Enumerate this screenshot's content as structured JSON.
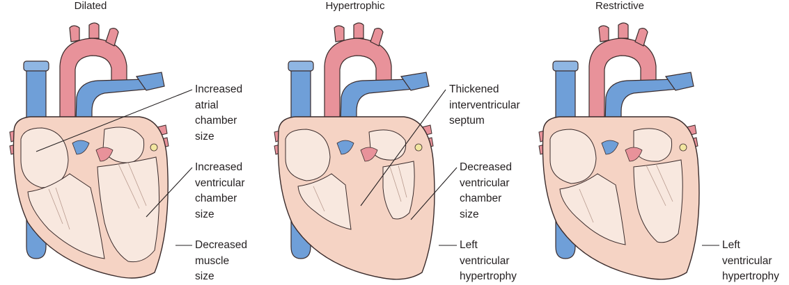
{
  "panels": [
    {
      "title": "Dilated",
      "labels": [
        "Increased\natrial\nchamber\nsize",
        "Increased\nventricular\nchamber\nsize",
        "Decreased\nmuscle\nsize"
      ]
    },
    {
      "title": "Hypertrophic",
      "labels": [
        "Thickened\ninterventricular\nseptum",
        "Decreased\nventricular\nchamber\nsize",
        "Left\nventricular\nhypertrophy"
      ]
    },
    {
      "title": "Restrictive",
      "labels": [
        "Left\nventricular\nhypertrophy"
      ]
    }
  ],
  "colors": {
    "aorta": "#e8929a",
    "vena_cava": "#6f9fd8",
    "myocardium": "#f5d3c4",
    "chamber": "#f8e8df",
    "outline": "#3a2b2b",
    "leader": "#231f20"
  }
}
